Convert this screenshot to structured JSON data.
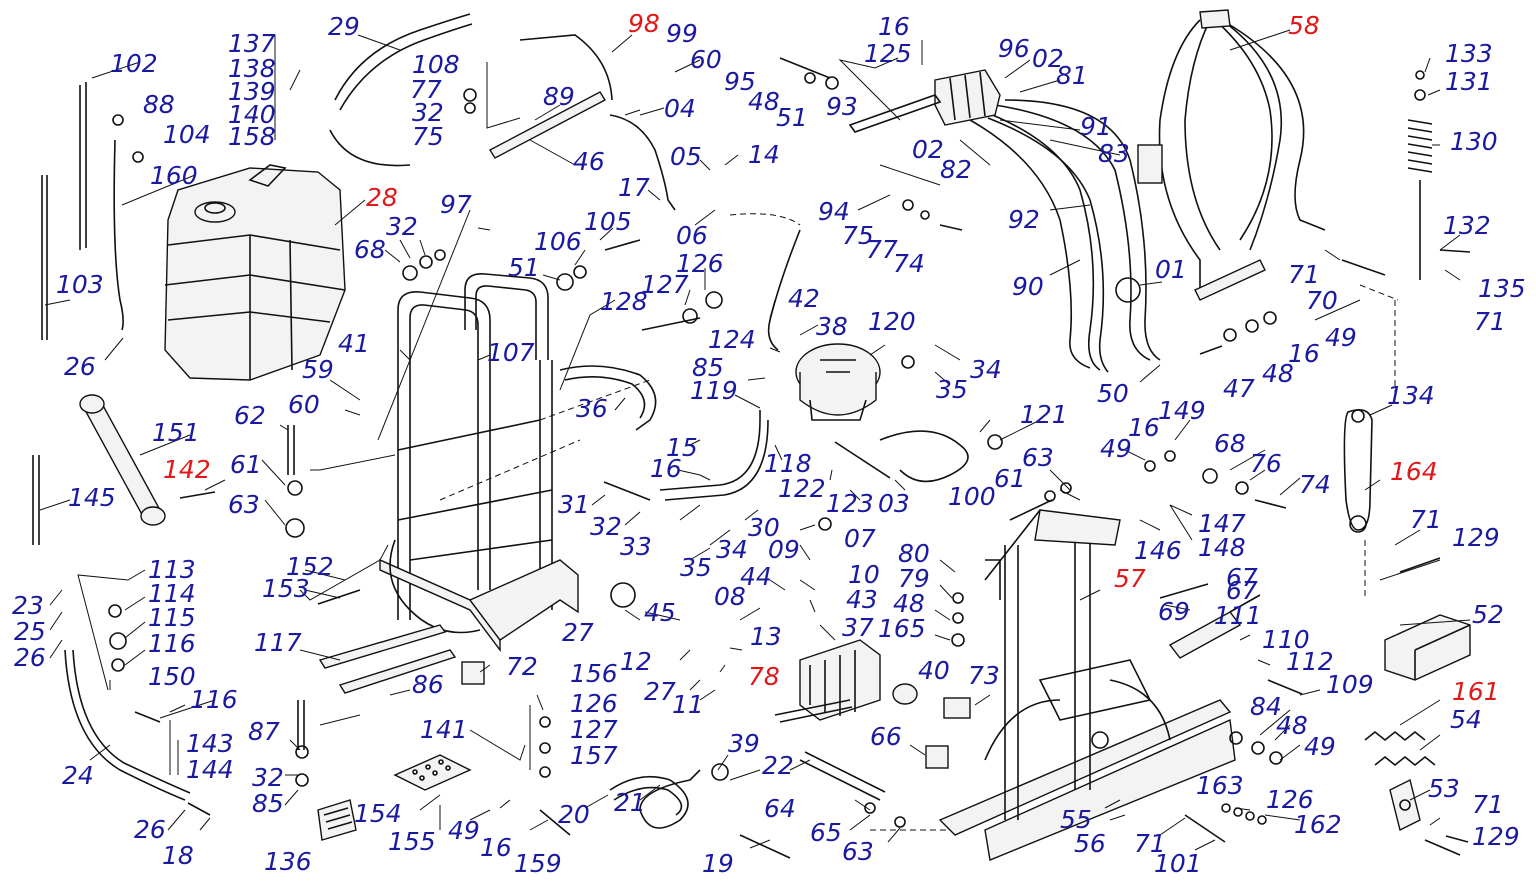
{
  "colors": {
    "label_normal": "#1a1aa0",
    "label_highlight": "#e01818",
    "line": "#111111",
    "background": "#ffffff"
  },
  "labels": {
    "n137": "137",
    "n138": "138",
    "n139": "139",
    "n140": "140",
    "n158": "158",
    "n29": "29",
    "n98": "98",
    "n99": "99",
    "n60a": "60",
    "n16a": "16",
    "n125": "125",
    "n96": "96",
    "n02a": "02",
    "n81": "81",
    "n58": "58",
    "n133": "133",
    "n131": "131",
    "n102": "102",
    "n88": "88",
    "n104": "104",
    "n108": "108",
    "n77a": "77",
    "n32a": "32",
    "n75a": "75",
    "n89": "89",
    "n04": "04",
    "n95": "95",
    "n48a": "48",
    "n51a": "51",
    "n93": "93",
    "n91": "91",
    "n130": "130",
    "n160": "160",
    "n28": "28",
    "n46": "46",
    "n05": "05",
    "n14": "14",
    "n02b": "02",
    "n82": "82",
    "n83": "83",
    "n97": "97",
    "n17": "17",
    "n94": "94",
    "n32b": "32",
    "n105": "105",
    "n06": "06",
    "n75b": "75",
    "n77b": "77",
    "n74a": "74",
    "n92": "92",
    "n132": "132",
    "n103": "103",
    "n68a": "68",
    "n106": "106",
    "n51b": "51",
    "n126a": "126",
    "n01": "01",
    "n71a": "71",
    "n135": "135",
    "n127a": "127",
    "n42": "42",
    "n90": "90",
    "n70": "70",
    "n71b": "71",
    "n128": "128",
    "n120": "120",
    "n49a": "49",
    "n16b": "16",
    "n26a": "26",
    "n41": "41",
    "n107": "107",
    "n124": "124",
    "n38": "38",
    "n34a": "34",
    "n59": "59",
    "n85a": "85",
    "n134": "134",
    "n35a": "35",
    "n50": "50",
    "n47": "47",
    "n48b": "48",
    "n119": "119",
    "n36": "36",
    "n151": "151",
    "n62": "62",
    "n60b": "60",
    "n121": "121",
    "n15": "15",
    "n149": "149",
    "n16c": "16",
    "n49b": "49",
    "n68b": "68",
    "n63a": "63",
    "n76": "76",
    "n164": "164",
    "n142": "142",
    "n61a": "61",
    "n16d": "16",
    "n118": "118",
    "n74b": "74",
    "n145": "145",
    "n63b": "63",
    "n122": "122",
    "n123": "123",
    "n03": "03",
    "n61b": "61",
    "n100": "100",
    "n31": "31",
    "n30": "30",
    "n147": "147",
    "n71c": "71",
    "n32c": "32",
    "n33": "33",
    "n148": "148",
    "n34b": "34",
    "n09": "09",
    "n146": "146",
    "n129a": "129",
    "n07": "07",
    "n152": "152",
    "n35b": "35",
    "n23": "23",
    "n113": "113",
    "n153": "153",
    "n80": "80",
    "n114": "114",
    "n44": "44",
    "n57": "57",
    "n10": "10",
    "n67": "67",
    "n79": "79",
    "n25": "25",
    "n08": "08",
    "n115": "115",
    "n43": "43",
    "n69": "69",
    "n48c": "48",
    "n27a": "27",
    "n111": "111",
    "n52": "52",
    "n26b": "26",
    "n116a": "116",
    "n45": "45",
    "n165": "165",
    "n37": "37",
    "n117": "117",
    "n13": "13",
    "n110": "110",
    "n12": "12",
    "n72": "72",
    "n112": "112",
    "n40": "40",
    "n156": "156",
    "n150": "150",
    "n27b": "27",
    "n73": "73",
    "n86": "86",
    "n78": "78",
    "n67b": "67",
    "n109": "109",
    "n116b": "116",
    "n126b": "126",
    "n11": "11",
    "n161": "161",
    "n84": "84",
    "n87": "87",
    "n127b": "127",
    "n54": "54",
    "n143": "143",
    "n141": "141",
    "n39": "39",
    "n66": "66",
    "n48d": "48",
    "n157": "157",
    "n49c": "49",
    "n144": "144",
    "n32d": "32",
    "n24": "24",
    "n22": "22",
    "n85b": "85",
    "n53": "53",
    "n163": "163",
    "n126c": "126",
    "n71d": "71",
    "n20": "20",
    "n154": "154",
    "n21": "21",
    "n64": "64",
    "n55": "55",
    "n162": "162",
    "n129b": "129",
    "n26c": "26",
    "n155": "155",
    "n49d": "49",
    "n16e": "16",
    "n65": "65",
    "n63c": "63",
    "n56": "56",
    "n71e": "71",
    "n18": "18",
    "n136": "136",
    "n159": "159",
    "n19": "19",
    "n101": "101"
  }
}
